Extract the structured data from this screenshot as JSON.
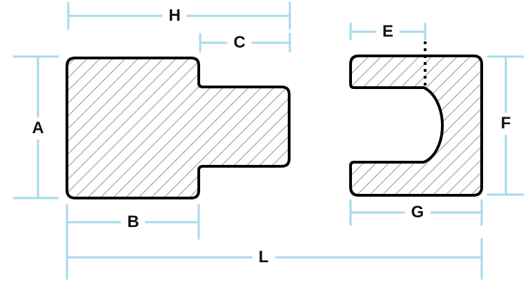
{
  "figure": {
    "type": "engineering-cross-section-drawing",
    "description": "Two hatched cross-section profiles: stepped plug (left) and C-shaped socket (right) with dimension callouts"
  },
  "colors": {
    "dimension_line": "#A5DAEB",
    "outline": "#000000",
    "hatch": "#999999",
    "label_text": "#111111",
    "background": "#FFFFFF"
  },
  "dimensions": {
    "H": {
      "label": "H"
    },
    "C": {
      "label": "C"
    },
    "E": {
      "label": "E"
    },
    "A": {
      "label": "A"
    },
    "F": {
      "label": "F"
    },
    "B": {
      "label": "B"
    },
    "G": {
      "label": "G"
    },
    "L": {
      "label": "L"
    }
  }
}
